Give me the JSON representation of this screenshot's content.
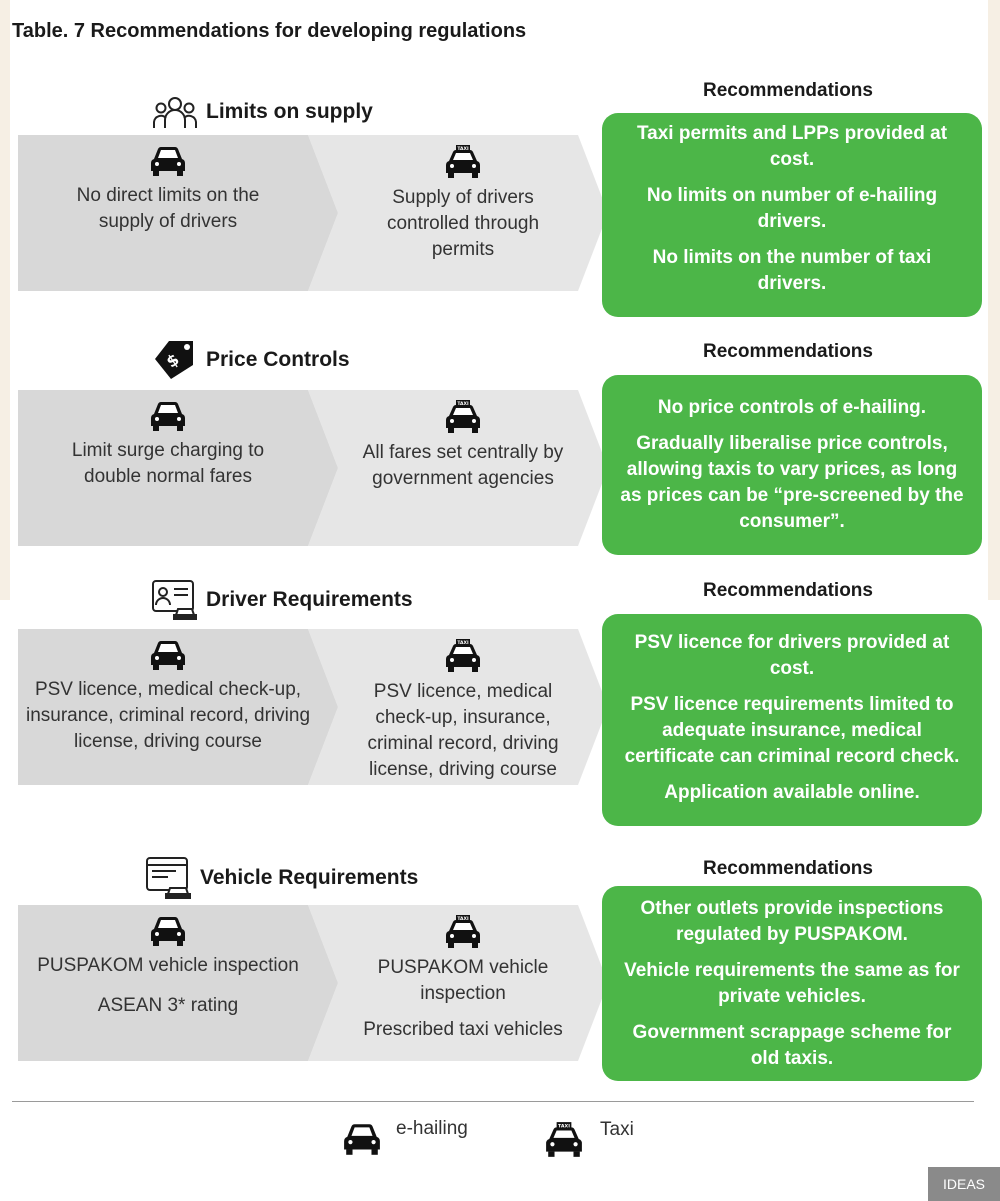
{
  "title": "Table. 7  Recommendations for developing regulations",
  "recommendations_heading": "Recommendations",
  "sections": [
    {
      "heading": "Limits on supply",
      "icon": "people-group-icon",
      "ehailing": [
        "No direct limits on the",
        "supply of drivers"
      ],
      "taxi": [
        "Supply of drivers",
        "controlled through",
        "permits"
      ],
      "recommendations": [
        "Taxi permits and LPPs provided at cost.",
        "No limits on number of e-hailing drivers.",
        "No limits on the number of taxi drivers."
      ]
    },
    {
      "heading": "Price Controls",
      "icon": "price-tag-icon",
      "ehailing": [
        "Limit surge charging to",
        "double normal fares"
      ],
      "taxi": [
        "All fares set centrally by",
        "government agencies"
      ],
      "recommendations": [
        "No price controls of e-hailing.",
        "Gradually liberalise price controls, allowing taxis to vary prices, as long as prices can be “pre-screened by the consumer”."
      ]
    },
    {
      "heading": "Driver Requirements",
      "icon": "driver-id-card-icon",
      "ehailing": [
        "PSV licence, medical check-up,",
        "insurance, criminal record, driving",
        "license, driving course"
      ],
      "taxi": [
        "PSV licence, medical",
        "check-up, insurance,",
        "criminal record, driving",
        "license, driving course"
      ],
      "recommendations": [
        "PSV licence for drivers provided at cost.",
        "PSV licence requirements limited to adequate insurance, medical certificate can criminal record check.",
        "Application available online."
      ]
    },
    {
      "heading": "Vehicle Requirements",
      "icon": "vehicle-document-icon",
      "ehailing": [
        "PUSPAKOM vehicle inspection",
        "",
        "ASEAN 3* rating"
      ],
      "taxi": [
        "PUSPAKOM vehicle",
        "inspection",
        "",
        "Prescribed taxi vehicles"
      ],
      "recommendations": [
        "Other outlets provide inspections regulated by PUSPAKOM.",
        "Vehicle requirements the same as for private vehicles.",
        "Government scrappage scheme for old taxis."
      ]
    }
  ],
  "legend": {
    "ehailing_label": "e-hailing",
    "taxi_label": "Taxi",
    "taxi_sign": "TAXI"
  },
  "badge": "IDEAS",
  "colors": {
    "recommendation_green": "#4cb648",
    "band_grey_left": "#d8d8d8",
    "band_grey_right": "#e6e6e6",
    "page_beige": "#f6efe4"
  }
}
